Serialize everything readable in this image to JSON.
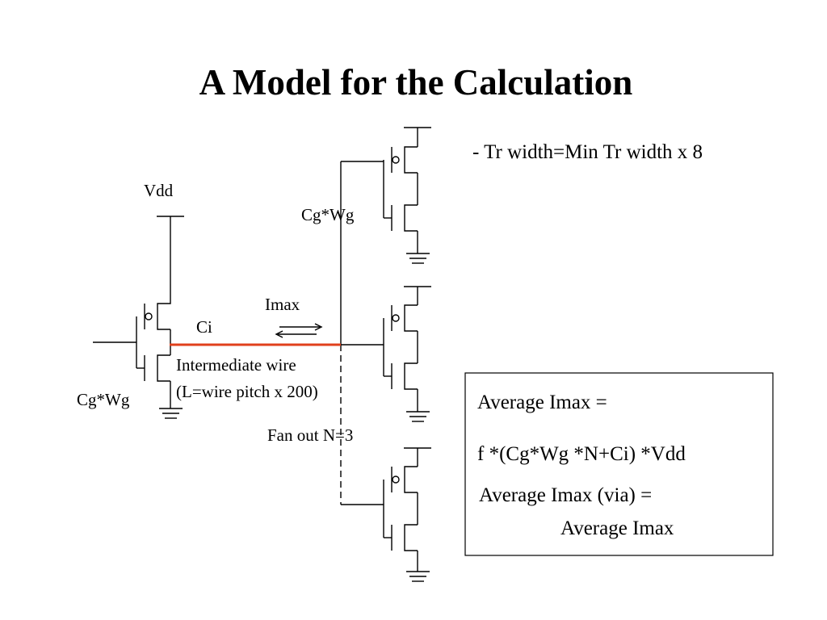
{
  "title": "A Model for the Calculation",
  "note": "- Tr width=Min Tr width x 8",
  "labels": {
    "vdd": "Vdd",
    "cgwg_top": "Cg*Wg",
    "imax": "Imax",
    "ci": "Ci",
    "wire_line1": "Intermediate wire",
    "wire_line2": "(L=wire pitch x 200)",
    "cgwg_left": "Cg*Wg",
    "fanout": "Fan out N=3"
  },
  "formula_box": {
    "line1": "Average Imax  =",
    "line2": "f *(Cg*Wg *N+Ci) *Vdd",
    "line3": "Average Imax (via) =",
    "line4": "Average Imax"
  },
  "colors": {
    "wire": "#e0401c",
    "text": "#000000",
    "background": "#ffffff"
  }
}
